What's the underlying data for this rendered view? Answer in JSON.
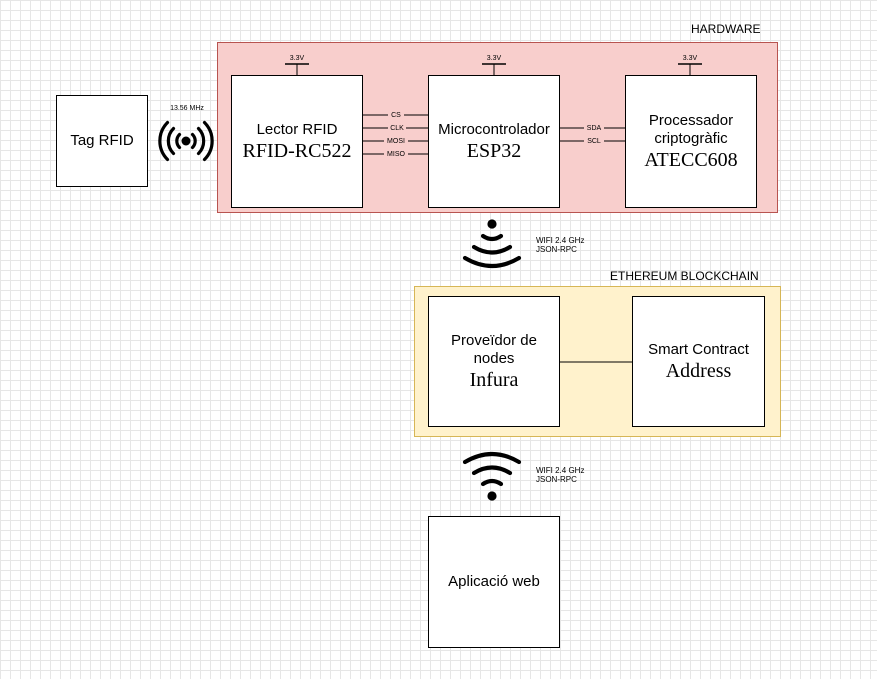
{
  "groups": {
    "hardware": "HARDWARE",
    "ethereum": "ETHEREUM BLOCKCHAIN"
  },
  "tag": {
    "title": "Tag RFID"
  },
  "rfid_reader": {
    "title": "Lector RFID",
    "model": "RFID-RC522"
  },
  "microcontroller": {
    "title": "Microcontrolador",
    "model": "ESP32"
  },
  "crypto": {
    "title_line1": "Processador",
    "title_line2": "criptogràfic",
    "model": "ATECC608"
  },
  "node_provider": {
    "title_line1": "Proveïdor de",
    "title_line2": "nodes",
    "model": "Infura"
  },
  "smart_contract": {
    "title": "Smart Contract",
    "model": "Address"
  },
  "web_app": {
    "title": "Aplicació web"
  },
  "power": "3.3V",
  "rfid_frequency": "13.56 MHz",
  "spi_pins": [
    "CS",
    "CLK",
    "MOSI",
    "MISO"
  ],
  "i2c_pins": [
    "SDA",
    "SCL"
  ],
  "link_upper": {
    "line1": "WIFI  2.4 GHz",
    "line2": "JSON-RPC"
  },
  "link_lower": {
    "line1": "WIFI  2.4 GHz",
    "line2": "JSON-RPC"
  }
}
